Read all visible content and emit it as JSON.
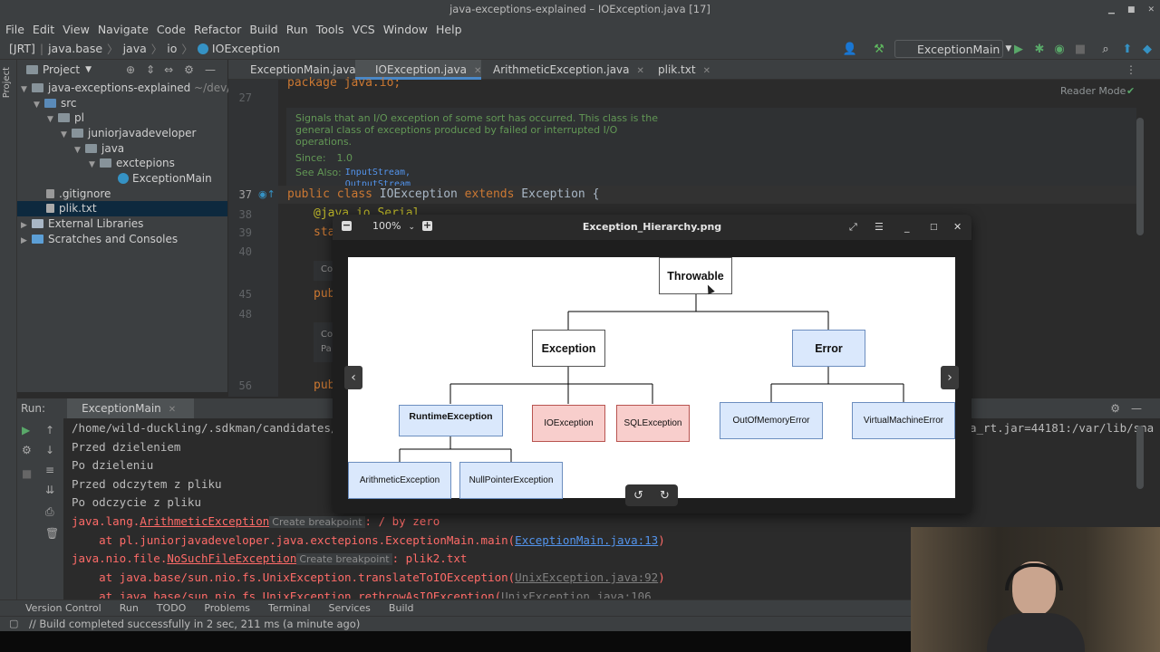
{
  "window": {
    "title": "java-exceptions-explained – IOException.java [17]"
  },
  "menu": [
    "File",
    "Edit",
    "View",
    "Navigate",
    "Code",
    "Refactor",
    "Build",
    "Run",
    "Tools",
    "VCS",
    "Window",
    "Help"
  ],
  "breadcrumb": [
    "[JRT]",
    "java.base",
    "java",
    "io",
    "IOException"
  ],
  "toolbar": {
    "run_config": "ExceptionMain"
  },
  "project": {
    "header": "Project",
    "items": [
      {
        "label": "java-exceptions-explained",
        "suffix": "~/dev/junio"
      },
      {
        "label": "src"
      },
      {
        "label": "pl"
      },
      {
        "label": "juniorjavadeveloper"
      },
      {
        "label": "java"
      },
      {
        "label": "exctepions"
      },
      {
        "label": "ExceptionMain"
      },
      {
        "label": ".gitignore"
      },
      {
        "label": "plik.txt"
      },
      {
        "label": "External Libraries"
      },
      {
        "label": "Scratches and Consoles"
      }
    ]
  },
  "tabs": [
    "ExceptionMain.java",
    "IOException.java",
    "ArithmeticException.java",
    "plik.txt"
  ],
  "editor": {
    "reader_mode": "Reader Mode",
    "lines": [
      "27",
      "37",
      "38",
      "39",
      "40",
      "45",
      "48",
      "56"
    ],
    "package_line": "package java.io;",
    "doc_text": "Signals that an I/O exception of some sort has occurred. This class is the general class of exceptions produced by failed or interrupted I/O operations.",
    "since_label": "Since:",
    "since_value": "1.0",
    "see_also_label": "See Also:",
    "see_also_1": "InputStream,",
    "see_also_2": "OutputStream",
    "code_public": "public class",
    "code_class": "IOException",
    "code_extends": "extends",
    "code_super": "Exception {",
    "code_38": "@java.io.Serial",
    "code_39": "sta",
    "code_44": "Co",
    "code_45": "pub",
    "code_47": "Co",
    "code_47b": "Pa",
    "code_56": "pub"
  },
  "viewer": {
    "zoom": "100%",
    "title": "Exception_Hierarchy.png",
    "nodes": {
      "throwable": "Throwable",
      "exception": "Exception",
      "error": "Error",
      "runtime": "RuntimeException",
      "ioexception": "IOException",
      "sqlexception": "SQLException",
      "oom": "OutOfMemoryError",
      "vme": "VirtualMachineError",
      "arith": "ArithmeticException",
      "npe": "NullPointerException"
    },
    "colors": {
      "blue": "#dae8fc",
      "red": "#f8cecc",
      "white": "#ffffff"
    }
  },
  "run": {
    "label": "Run:",
    "tab": "ExceptionMain",
    "lines": {
      "l0": "/home/wild-duckling/.sdkman/candidates/",
      "l0b": "a_rt.jar=44181:/var/lib/sna",
      "l1": "Przed dzieleniem",
      "l2": "Po dzieleniu",
      "l3": "Przed odczytem z pliku",
      "l4": "Po odczycie z pliku",
      "e1a": "java.lang.",
      "e1b": "ArithmeticException",
      "e1c": ": / by zero",
      "e2a": "    at pl.juniorjavadeveloper.java.exctepions.ExceptionMain.main(",
      "e2b": "ExceptionMain.java:13",
      "e2c": ")",
      "e3a": "java.nio.file.",
      "e3b": "NoSuchFileException",
      "e3c": ": plik2.txt",
      "e4a": "    at java.base/sun.nio.fs.UnixException.translateToIOException(",
      "e4b": "UnixException.java:92",
      "e4c": ")",
      "e5a": "    at java.base/sun.nio.fs.UnixException.rethrowAsIOException(",
      "e5b": "UnixException.java:106",
      "hint": "Create breakpoint"
    }
  },
  "bottom_tabs": [
    "Version Control",
    "Run",
    "TODO",
    "Problems",
    "Terminal",
    "Services",
    "Build"
  ],
  "status": "// Build completed successfully in 2 sec, 211 ms (a minute ago)"
}
